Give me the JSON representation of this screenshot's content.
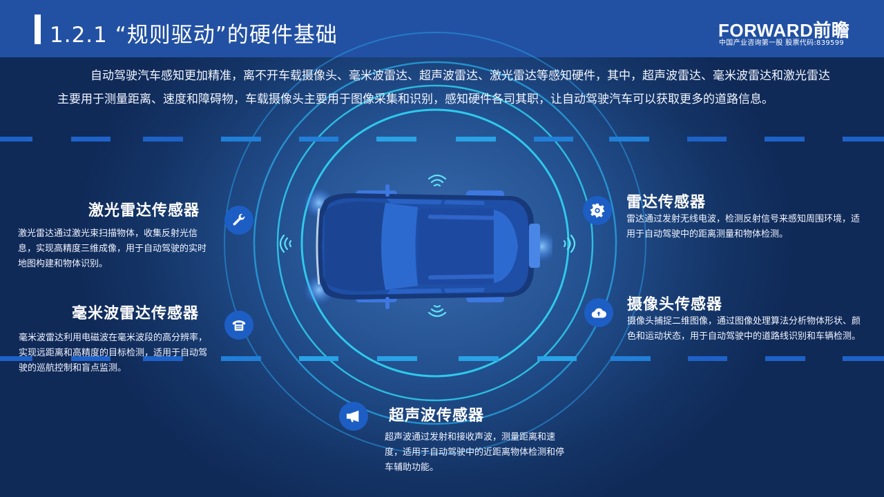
{
  "header": {
    "title": "1.2.1 “规则驱动”的硬件基础",
    "logo_text": "FORWARD前瞻",
    "logo_subtitle": "中国产业咨询第一股  股票代码:839599"
  },
  "intro": {
    "text": "自动驾驶汽车感知更加精准，离不开车载摄像头、毫米波雷达、超声波雷达、激光雷达等感知硬件，其中，超声波雷达、毫米波雷达和激光雷达主要用于测量距离、速度和障碍物，车载摄像头主要用于图像采集和识别，感知硬件各司其职，让自动驾驶汽车可以获取更多的道路信息。"
  },
  "sensors": {
    "lidar": {
      "title": "激光雷达传感器",
      "icon": "wrench-icon",
      "text": "激光雷达通过激光束扫描物体，收集反射光信息，实现高精度三维成像，用于自动驾驶的实时地图构建和物体识别。"
    },
    "mmwave": {
      "title": "毫米波雷达传感器",
      "icon": "telephone-icon",
      "text": "毫米波雷达利用电磁波在毫米波段的高分辨率，实现远距离和高精度的目标检测，适用于自动驾驶的巡航控制和盲点监测。"
    },
    "radar": {
      "title": "雷达传感器",
      "icon": "gear-icon",
      "text": "雷达通过发射无线电波，检测反射信号来感知周围环境，适用于自动驾驶中的距离测量和物体检测。"
    },
    "camera": {
      "title": "摄像头传感器",
      "icon": "cloud-upload-icon",
      "text": "摄像头捕捉二维图像，通过图像处理算法分析物体形状、颜色和运动状态，用于自动驾驶中的道路线识别和车辆检测。"
    },
    "ultrasonic": {
      "title": "超声波传感器",
      "icon": "megaphone-icon",
      "text": "超声波通过发射和接收声波，测量距离和速度，适用于自动驾驶中的近距离物体检测和停车辅助功能。"
    }
  },
  "colors": {
    "header_bg": "#2251a3",
    "icon_circle": "#1d5ec4",
    "ring": "#2fd0f0",
    "dash": "#1e62c8"
  }
}
